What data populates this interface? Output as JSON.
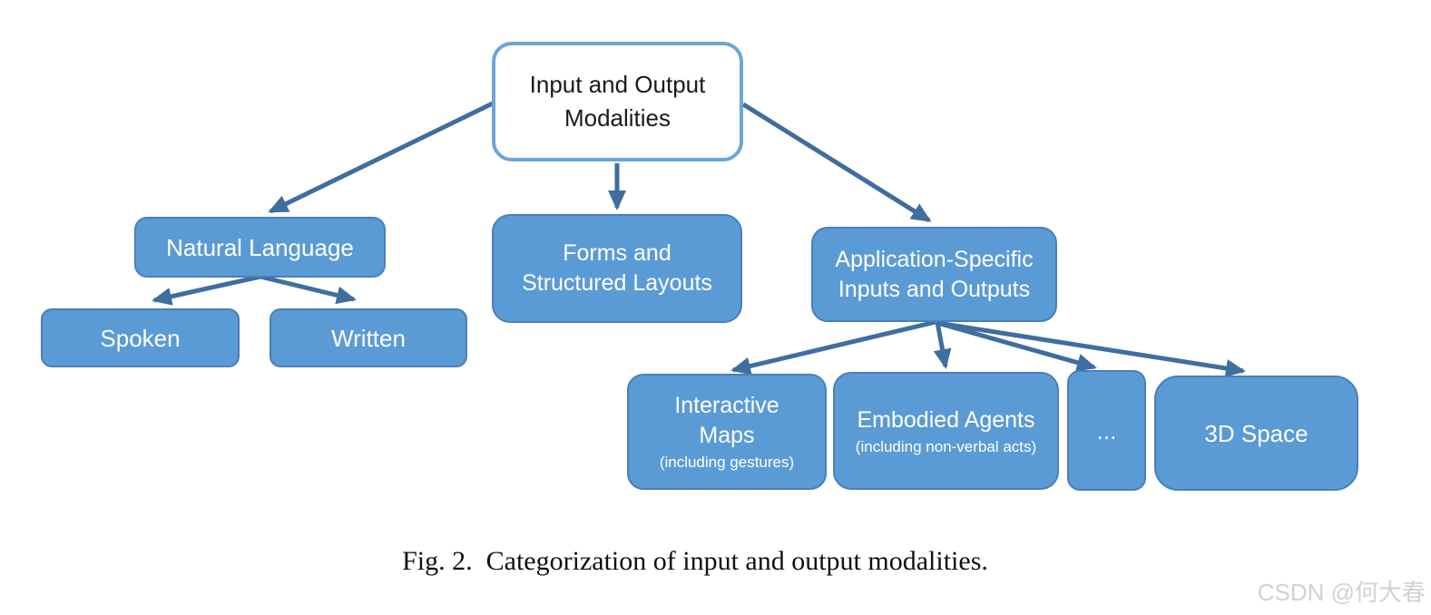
{
  "figure": {
    "caption": "Fig. 2.  Categorization of input and output modalities.",
    "watermark": "CSDN @何大春"
  },
  "colors": {
    "node_fill": "#5B9BD5",
    "node_border": "#4A7EBB",
    "root_border": "#6CA5DC",
    "arrow": "#3F6E9F",
    "node_text": "#FFFFFF",
    "root_text": "#1A1A1A",
    "caption_text": "#111111",
    "watermark_text": "#D2D2D2"
  },
  "nodes": {
    "root": {
      "label": [
        "Input and Output",
        "Modalities"
      ]
    },
    "natural_language": {
      "label": "Natural Language"
    },
    "spoken": {
      "label": "Spoken"
    },
    "written": {
      "label": "Written"
    },
    "forms": {
      "label": [
        "Forms and",
        "Structured Layouts"
      ]
    },
    "app_specific": {
      "label": [
        "Application-Specific",
        "Inputs and Outputs"
      ]
    },
    "interactive_maps": {
      "label": [
        "Interactive",
        "Maps"
      ],
      "sublabel": "(including gestures)"
    },
    "embodied_agents": {
      "label": "Embodied Agents",
      "sublabel": "(including non-verbal acts)"
    },
    "ellipsis": {
      "label": "..."
    },
    "space_3d": {
      "label": "3D Space"
    }
  },
  "edges": [
    {
      "from": "root",
      "to": "natural_language"
    },
    {
      "from": "root",
      "to": "forms"
    },
    {
      "from": "root",
      "to": "app_specific"
    },
    {
      "from": "natural_language",
      "to": "spoken"
    },
    {
      "from": "natural_language",
      "to": "written"
    },
    {
      "from": "app_specific",
      "to": "interactive_maps"
    },
    {
      "from": "app_specific",
      "to": "embodied_agents"
    },
    {
      "from": "app_specific",
      "to": "ellipsis"
    },
    {
      "from": "app_specific",
      "to": "space_3d"
    }
  ]
}
